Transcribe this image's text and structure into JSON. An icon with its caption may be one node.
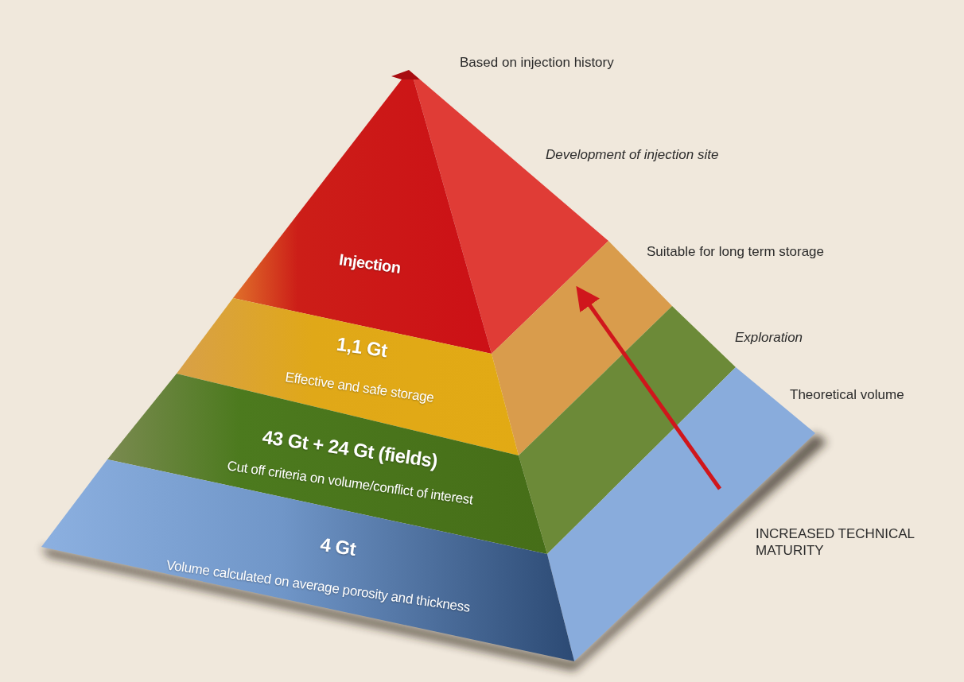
{
  "diagram": {
    "nodes": [
      {
        "text": [
          "Injection"
        ]
      },
      {
        "text": [
          "1,1 Gt",
          "Effective and safe storage"
        ]
      },
      {
        "text": [
          "43 Gt + 24 Gt (fields)",
          "Cut off criteria on volume/conflict of interest"
        ]
      },
      {
        "text": [
          "4 Gt",
          "Volume calculated on average porosity and thickness"
        ]
      }
    ],
    "labels": [
      "Based on injection history",
      "Development of injection site",
      "Suitable for long term storage",
      "Exploration",
      "Theoretical volume",
      "INCREASED TECHNICAL MATURITY"
    ]
  }
}
